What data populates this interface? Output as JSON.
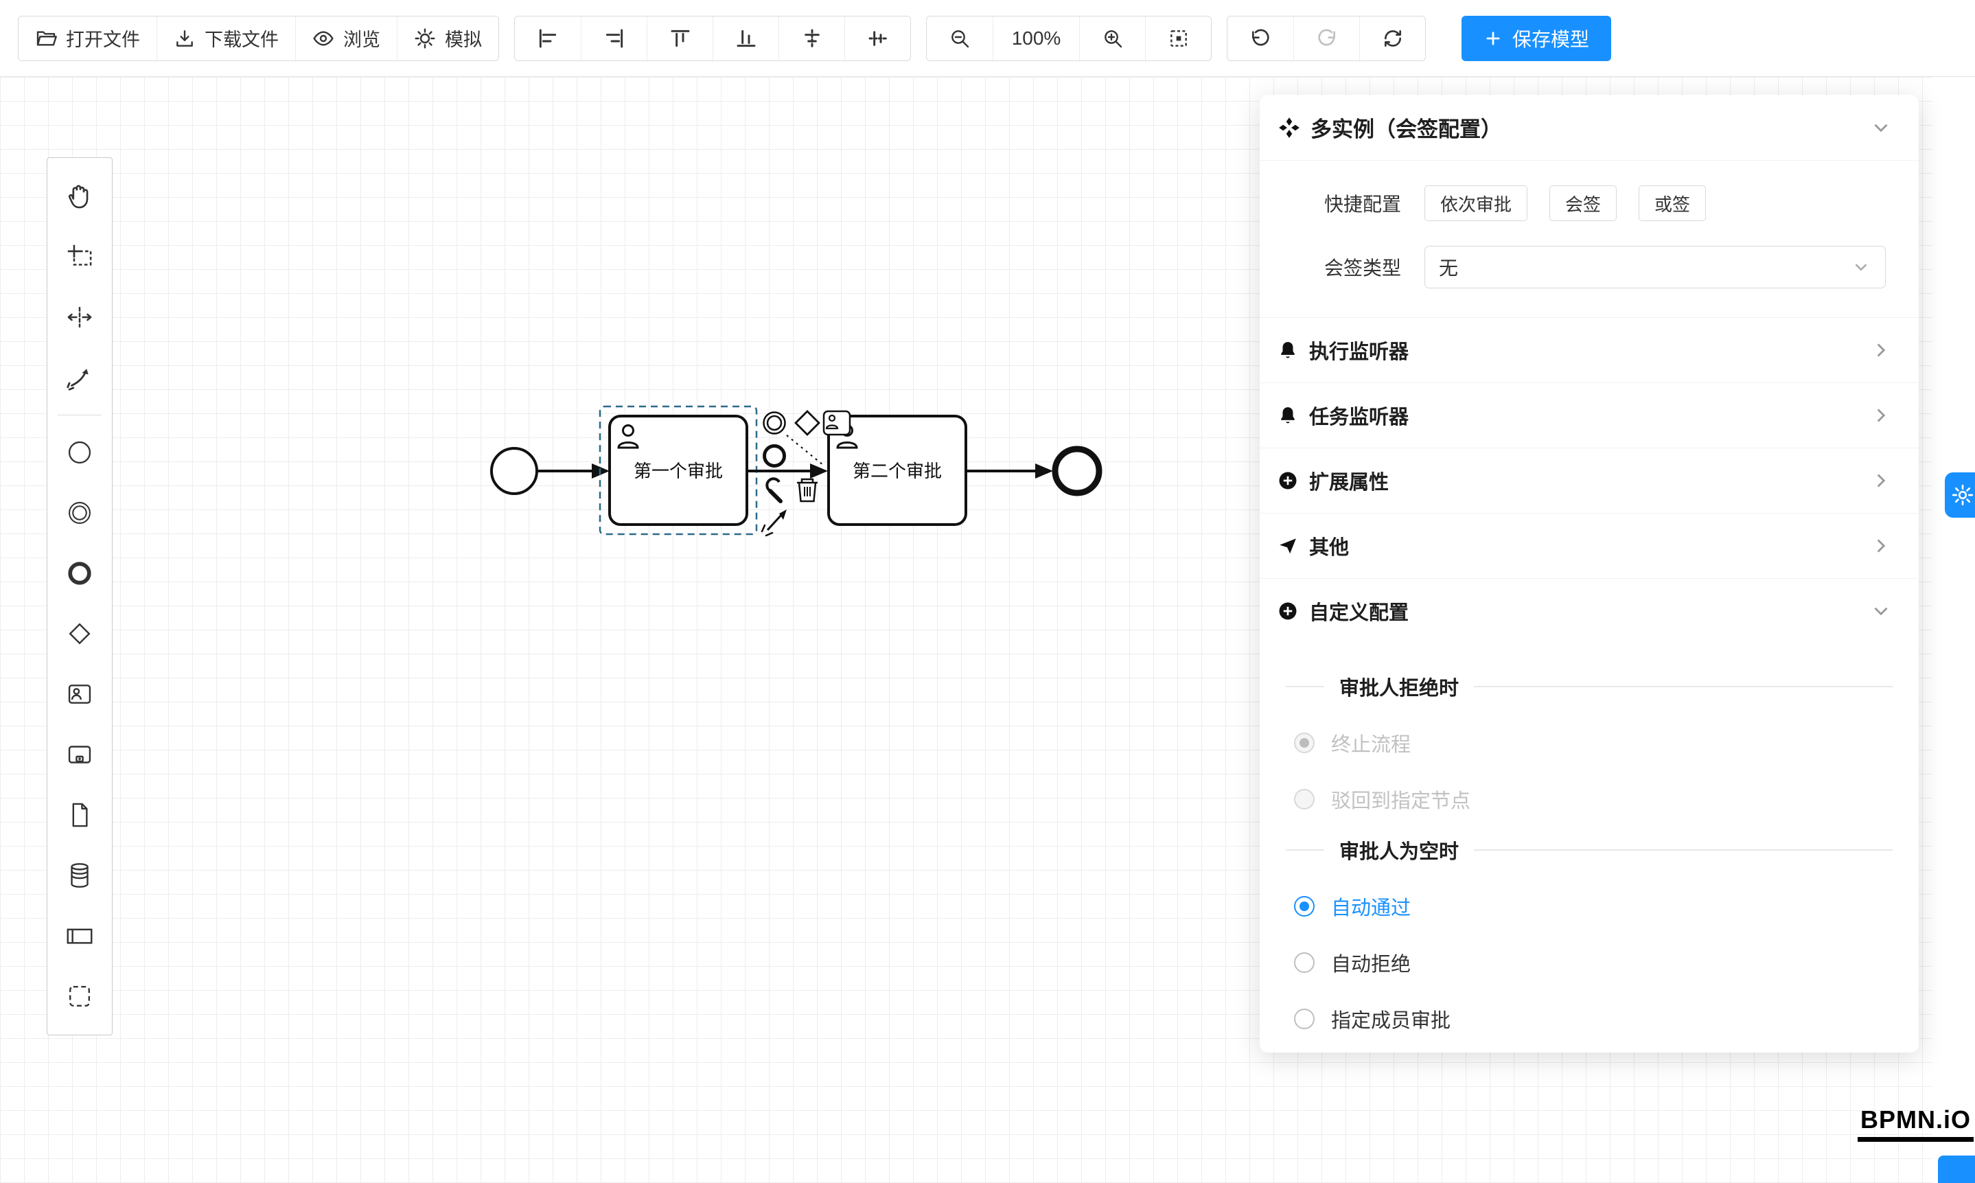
{
  "toolbar": {
    "file_group": [
      {
        "icon": "folder-open-icon",
        "label": "打开文件"
      },
      {
        "icon": "download-icon",
        "label": "下载文件"
      },
      {
        "icon": "eye-icon",
        "label": "浏览"
      },
      {
        "icon": "simulate-icon",
        "label": "模拟"
      }
    ],
    "align_group": [
      "align-left-icon",
      "align-right-icon",
      "align-top-icon",
      "align-bottom-icon",
      "align-center-horizontal-icon",
      "align-center-vertical-icon"
    ],
    "zoom_group": {
      "zoom_out_icon": "zoom-out-icon",
      "level": "100%",
      "zoom_in_icon": "zoom-in-icon",
      "reset_icon": "reset-zoom-icon"
    },
    "history_group": [
      "undo-icon",
      "redo-icon",
      "refresh-icon"
    ],
    "save_button": {
      "label": "保存模型",
      "icon": "plus-icon",
      "color": "#1890ff"
    }
  },
  "palette": {
    "tools": [
      "hand-tool",
      "lasso-tool",
      "space-tool",
      "global-connect-tool"
    ],
    "elements": [
      "start-event",
      "intermediate-event",
      "end-event",
      "gateway",
      "user-task",
      "subprocess",
      "data-object",
      "data-store",
      "participant",
      "group"
    ]
  },
  "diagram": {
    "task1_label": "第一个审批",
    "task2_label": "第二个审批"
  },
  "panel": {
    "title": "多实例（会签配置）",
    "quick_config": {
      "label": "快捷配置",
      "options": [
        "依次审批",
        "会签",
        "或签"
      ]
    },
    "sign_type": {
      "label": "会签类型",
      "value": "无"
    },
    "sections": [
      {
        "icon": "bell-icon",
        "label": "执行监听器"
      },
      {
        "icon": "bell-icon",
        "label": "任务监听器"
      },
      {
        "icon": "plus-circle-icon",
        "label": "扩展属性"
      },
      {
        "icon": "paper-plane-icon",
        "label": "其他"
      },
      {
        "icon": "plus-circle-icon",
        "label": "自定义配置"
      }
    ],
    "custom_config": {
      "reject_title": "审批人拒绝时",
      "reject_options": [
        {
          "label": "终止流程",
          "checked": true,
          "disabled": true
        },
        {
          "label": "驳回到指定节点",
          "checked": false,
          "disabled": true
        }
      ],
      "empty_title": "审批人为空时",
      "empty_options": [
        {
          "label": "自动通过",
          "checked": true
        },
        {
          "label": "自动拒绝",
          "checked": false
        },
        {
          "label": "指定成员审批",
          "checked": false
        }
      ]
    }
  },
  "logo": {
    "text": "BPMN.iO"
  },
  "colors": {
    "primary": "#1890ff",
    "selection": "#2d6a8a",
    "border": "#d9d9d9"
  }
}
